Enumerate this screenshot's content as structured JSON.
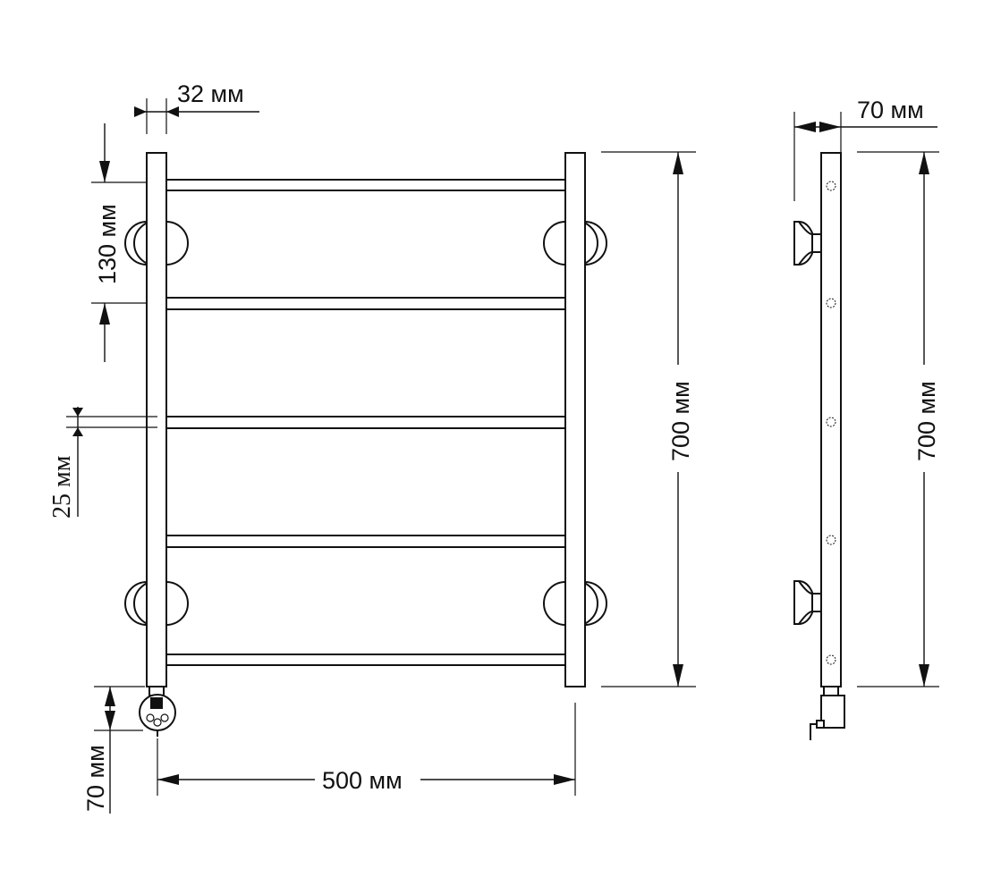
{
  "front_view": {
    "dim_pipe_width": "32 мм",
    "dim_top_offset": "130 мм",
    "dim_rung_height": "25 мм",
    "dim_height": "700 мм",
    "dim_width": "500 мм",
    "dim_heater": "70 мм"
  },
  "side_view": {
    "dim_depth": "70 мм",
    "dim_height": "700 мм"
  }
}
